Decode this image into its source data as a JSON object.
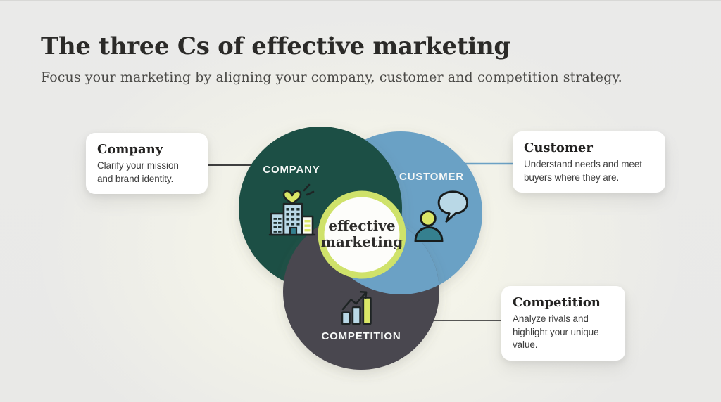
{
  "header": {
    "title": "The three Cs of effective marketing",
    "subtitle": "Focus your marketing by aligning your company, customer and competition strategy."
  },
  "venn": {
    "company_label": "COMPANY",
    "customer_label": "CUSTOMER",
    "competition_label": "COMPETITION",
    "center_label": "effective\nmarketing"
  },
  "cards": {
    "company": {
      "title": "Company",
      "body": "Clarify your mission\nand brand identity."
    },
    "customer": {
      "title": "Customer",
      "body": "Understand needs and meet\nbuyers where they are."
    },
    "competition": {
      "title": "Competition",
      "body": "Analyze rivals and\nhighlight your unique\nvalue."
    }
  },
  "icons": {
    "company": "building-with-heart-icon",
    "customer": "person-speech-bubble-icon",
    "competition": "growth-bar-chart-icon"
  },
  "colors": {
    "company_circle": "#1d4f44",
    "customer_circle": "#6ba1c5",
    "competition_circle": "#4a4650",
    "center_ring": "#cfe26a",
    "center_fill": "#fdfdfa",
    "connector_dark": "#3f3f3f",
    "icon_light_blue": "#b9d8e6",
    "icon_lime": "#dbe767",
    "icon_teal": "#35808f",
    "icon_outline": "#1e2424"
  }
}
